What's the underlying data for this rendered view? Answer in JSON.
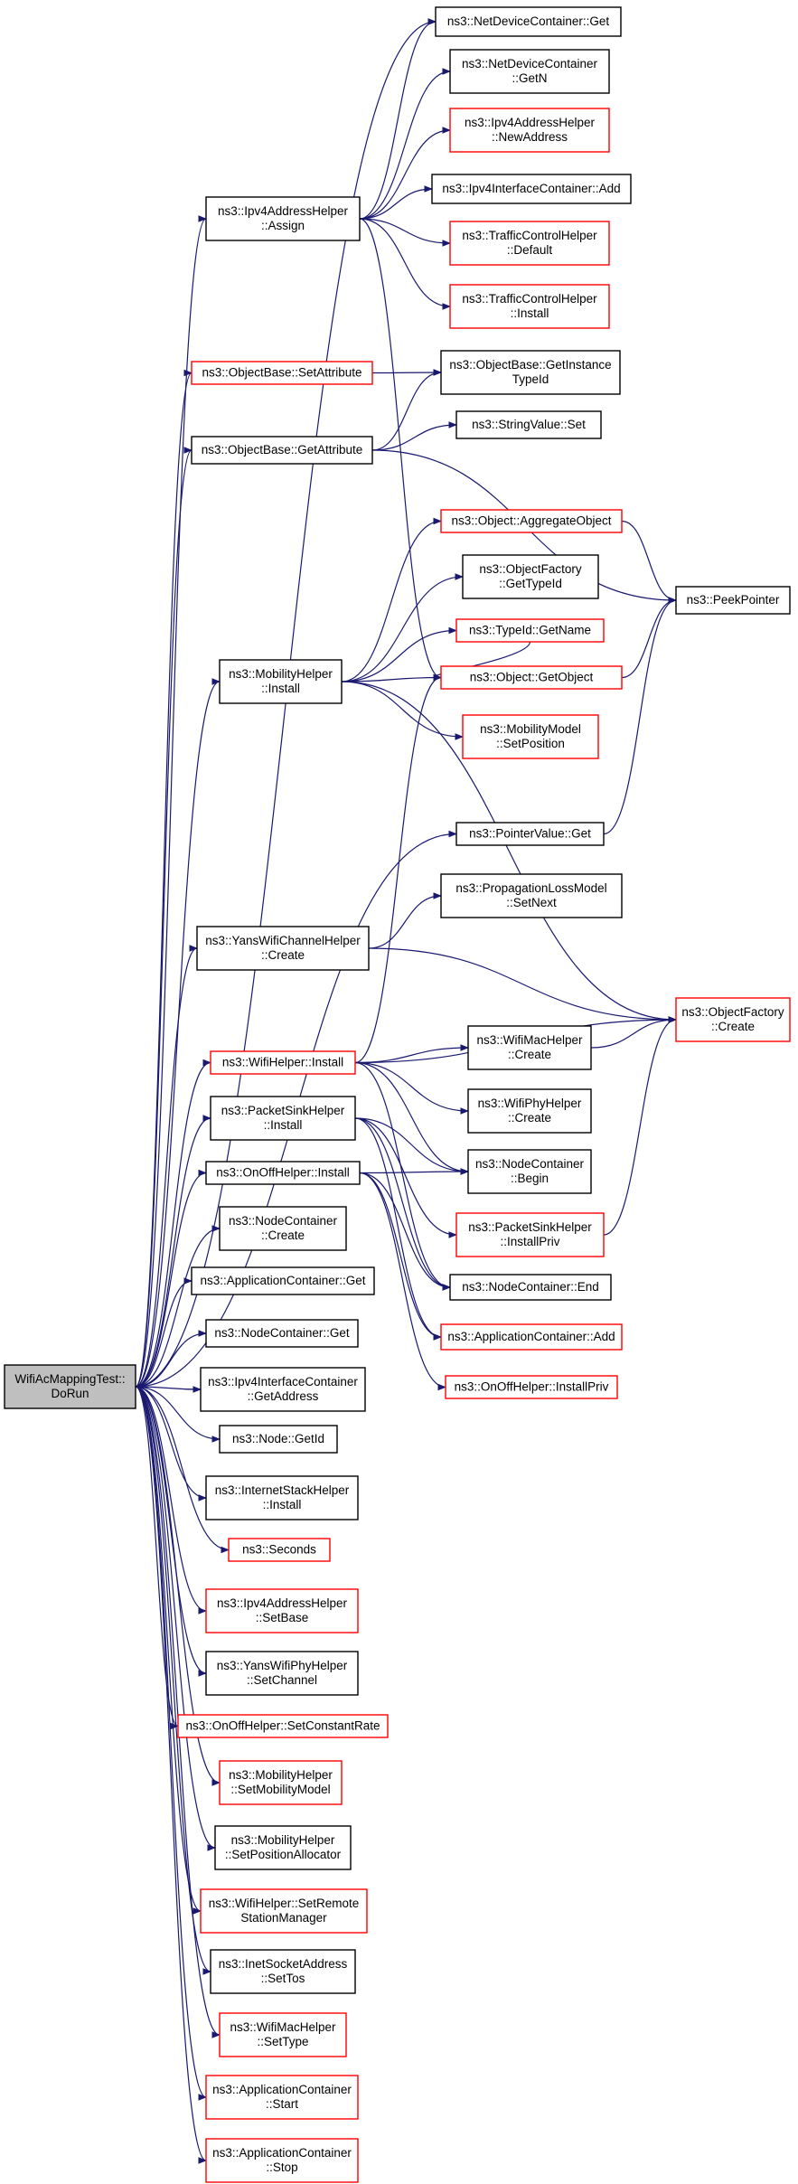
{
  "colors": {
    "edge": "#191970",
    "box_border_black": "#000000",
    "box_border_red": "#ff0000",
    "root_fill": "#bfbfbf"
  },
  "nodes": [
    {
      "id": "root",
      "lines": [
        "WifiAcMappingTest::",
        "DoRun"
      ],
      "style": "root"
    },
    {
      "id": "ndc_get",
      "lines": [
        "ns3::NetDeviceContainer::Get"
      ],
      "style": "black"
    },
    {
      "id": "ndc_getn",
      "lines": [
        "ns3::NetDeviceContainer",
        "::GetN"
      ],
      "style": "black"
    },
    {
      "id": "ipv4ah_newaddr",
      "lines": [
        "ns3::Ipv4AddressHelper",
        "::NewAddress"
      ],
      "style": "red"
    },
    {
      "id": "ipv4ah_assign",
      "lines": [
        "ns3::Ipv4AddressHelper",
        "::Assign"
      ],
      "style": "black"
    },
    {
      "id": "ipv4ic_add",
      "lines": [
        "ns3::Ipv4InterfaceContainer::Add"
      ],
      "style": "black"
    },
    {
      "id": "tch_default",
      "lines": [
        "ns3::TrafficControlHelper",
        "::Default"
      ],
      "style": "red"
    },
    {
      "id": "tch_install",
      "lines": [
        "ns3::TrafficControlHelper",
        "::Install"
      ],
      "style": "red"
    },
    {
      "id": "ob_setattr",
      "lines": [
        "ns3::ObjectBase::SetAttribute"
      ],
      "style": "red"
    },
    {
      "id": "ob_getinst",
      "lines": [
        "ns3::ObjectBase::GetInstance",
        "TypeId"
      ],
      "style": "black"
    },
    {
      "id": "ob_getattr",
      "lines": [
        "ns3::ObjectBase::GetAttribute"
      ],
      "style": "black"
    },
    {
      "id": "sv_set",
      "lines": [
        "ns3::StringValue::Set"
      ],
      "style": "black"
    },
    {
      "id": "obj_aggregate",
      "lines": [
        "ns3::Object::AggregateObject"
      ],
      "style": "red"
    },
    {
      "id": "peekpointer",
      "lines": [
        "ns3::PeekPointer"
      ],
      "style": "black"
    },
    {
      "id": "of_gettypeid",
      "lines": [
        "ns3::ObjectFactory",
        "::GetTypeId"
      ],
      "style": "black"
    },
    {
      "id": "typeid_getname",
      "lines": [
        "ns3::TypeId::GetName"
      ],
      "style": "red"
    },
    {
      "id": "mh_install",
      "lines": [
        "ns3::MobilityHelper",
        "::Install"
      ],
      "style": "black"
    },
    {
      "id": "obj_getobject",
      "lines": [
        "ns3::Object::GetObject"
      ],
      "style": "red"
    },
    {
      "id": "mm_setpos",
      "lines": [
        "ns3::MobilityModel",
        "::SetPosition"
      ],
      "style": "red"
    },
    {
      "id": "pv_get",
      "lines": [
        "ns3::PointerValue::Get"
      ],
      "style": "black"
    },
    {
      "id": "plm_setnext",
      "lines": [
        "ns3::PropagationLossModel",
        "::SetNext"
      ],
      "style": "black"
    },
    {
      "id": "ywch_create",
      "lines": [
        "ns3::YansWifiChannelHelper",
        "::Create"
      ],
      "style": "black"
    },
    {
      "id": "of_create",
      "lines": [
        "ns3::ObjectFactory",
        "::Create"
      ],
      "style": "red"
    },
    {
      "id": "wh_install",
      "lines": [
        "ns3::WifiHelper::Install"
      ],
      "style": "red"
    },
    {
      "id": "wmh_create",
      "lines": [
        "ns3::WifiMacHelper",
        "::Create"
      ],
      "style": "black"
    },
    {
      "id": "wph_create",
      "lines": [
        "ns3::WifiPhyHelper",
        "::Create"
      ],
      "style": "black"
    },
    {
      "id": "psh_install",
      "lines": [
        "ns3::PacketSinkHelper",
        "::Install"
      ],
      "style": "black"
    },
    {
      "id": "nc_begin",
      "lines": [
        "ns3::NodeContainer",
        "::Begin"
      ],
      "style": "black"
    },
    {
      "id": "ooh_install",
      "lines": [
        "ns3::OnOffHelper::Install"
      ],
      "style": "black"
    },
    {
      "id": "psh_installpriv",
      "lines": [
        "ns3::PacketSinkHelper",
        "::InstallPriv"
      ],
      "style": "red"
    },
    {
      "id": "nc_create",
      "lines": [
        "ns3::NodeContainer",
        "::Create"
      ],
      "style": "black"
    },
    {
      "id": "nc_end",
      "lines": [
        "ns3::NodeContainer::End"
      ],
      "style": "black"
    },
    {
      "id": "ac_get",
      "lines": [
        "ns3::ApplicationContainer::Get"
      ],
      "style": "black"
    },
    {
      "id": "ac_add",
      "lines": [
        "ns3::ApplicationContainer::Add"
      ],
      "style": "red"
    },
    {
      "id": "nc_get",
      "lines": [
        "ns3::NodeContainer::Get"
      ],
      "style": "black"
    },
    {
      "id": "ooh_installpriv",
      "lines": [
        "ns3::OnOffHelper::InstallPriv"
      ],
      "style": "red"
    },
    {
      "id": "ipv4ic_getaddr",
      "lines": [
        "ns3::Ipv4InterfaceContainer",
        "::GetAddress"
      ],
      "style": "black"
    },
    {
      "id": "node_getid",
      "lines": [
        "ns3::Node::GetId"
      ],
      "style": "black"
    },
    {
      "id": "ish_install",
      "lines": [
        "ns3::InternetStackHelper",
        "::Install"
      ],
      "style": "black"
    },
    {
      "id": "seconds",
      "lines": [
        "ns3::Seconds"
      ],
      "style": "red"
    },
    {
      "id": "ipv4ah_setbase",
      "lines": [
        "ns3::Ipv4AddressHelper",
        "::SetBase"
      ],
      "style": "red"
    },
    {
      "id": "ywph_setchannel",
      "lines": [
        "ns3::YansWifiPhyHelper",
        "::SetChannel"
      ],
      "style": "black"
    },
    {
      "id": "ooh_setconst",
      "lines": [
        "ns3::OnOffHelper::SetConstantRate"
      ],
      "style": "red"
    },
    {
      "id": "mh_setmobmodel",
      "lines": [
        "ns3::MobilityHelper",
        "::SetMobilityModel"
      ],
      "style": "red"
    },
    {
      "id": "mh_setposalloc",
      "lines": [
        "ns3::MobilityHelper",
        "::SetPositionAllocator"
      ],
      "style": "black"
    },
    {
      "id": "wh_setremote",
      "lines": [
        "ns3::WifiHelper::SetRemote",
        "StationManager"
      ],
      "style": "red"
    },
    {
      "id": "isa_settos",
      "lines": [
        "ns3::InetSocketAddress",
        "::SetTos"
      ],
      "style": "black"
    },
    {
      "id": "wmh_settype",
      "lines": [
        "ns3::WifiMacHelper",
        "::SetType"
      ],
      "style": "red"
    },
    {
      "id": "ac_start",
      "lines": [
        "ns3::ApplicationContainer",
        "::Start"
      ],
      "style": "red"
    },
    {
      "id": "ac_stop",
      "lines": [
        "ns3::ApplicationContainer",
        "::Stop"
      ],
      "style": "red"
    }
  ],
  "edges": [
    [
      "root",
      "ndc_get"
    ],
    [
      "root",
      "ipv4ah_assign"
    ],
    [
      "root",
      "ob_setattr"
    ],
    [
      "root",
      "ob_getattr"
    ],
    [
      "root",
      "mh_install"
    ],
    [
      "root",
      "pv_get"
    ],
    [
      "root",
      "ywch_create"
    ],
    [
      "root",
      "wh_install"
    ],
    [
      "root",
      "psh_install"
    ],
    [
      "root",
      "ooh_install"
    ],
    [
      "root",
      "nc_create"
    ],
    [
      "root",
      "ac_get"
    ],
    [
      "root",
      "nc_get"
    ],
    [
      "root",
      "ipv4ic_getaddr"
    ],
    [
      "root",
      "node_getid"
    ],
    [
      "root",
      "ish_install"
    ],
    [
      "root",
      "seconds"
    ],
    [
      "root",
      "ipv4ah_setbase"
    ],
    [
      "root",
      "ywph_setchannel"
    ],
    [
      "root",
      "ooh_setconst"
    ],
    [
      "root",
      "mh_setmobmodel"
    ],
    [
      "root",
      "mh_setposalloc"
    ],
    [
      "root",
      "wh_setremote"
    ],
    [
      "root",
      "isa_settos"
    ],
    [
      "root",
      "wmh_settype"
    ],
    [
      "root",
      "ac_start"
    ],
    [
      "root",
      "ac_stop"
    ],
    [
      "ipv4ah_assign",
      "ndc_get"
    ],
    [
      "ipv4ah_assign",
      "ndc_getn"
    ],
    [
      "ipv4ah_assign",
      "ipv4ah_newaddr"
    ],
    [
      "ipv4ah_assign",
      "ipv4ic_add"
    ],
    [
      "ipv4ah_assign",
      "tch_default"
    ],
    [
      "ipv4ah_assign",
      "tch_install"
    ],
    [
      "ipv4ah_assign",
      "obj_getobject"
    ],
    [
      "ob_setattr",
      "ob_getinst"
    ],
    [
      "ob_getattr",
      "ob_getinst"
    ],
    [
      "ob_getattr",
      "sv_set"
    ],
    [
      "ob_getattr",
      "peekpointer"
    ],
    [
      "obj_aggregate",
      "peekpointer"
    ],
    [
      "obj_getobject",
      "peekpointer"
    ],
    [
      "pv_get",
      "peekpointer"
    ],
    [
      "typeid_getname",
      "obj_getobject"
    ],
    [
      "mh_install",
      "obj_aggregate"
    ],
    [
      "mh_install",
      "of_gettypeid"
    ],
    [
      "mh_install",
      "typeid_getname"
    ],
    [
      "mh_install",
      "obj_getobject"
    ],
    [
      "mh_install",
      "mm_setpos"
    ],
    [
      "mh_install",
      "of_create"
    ],
    [
      "ywch_create",
      "plm_setnext"
    ],
    [
      "ywch_create",
      "of_create"
    ],
    [
      "wh_install",
      "obj_getobject"
    ],
    [
      "wh_install",
      "of_create"
    ],
    [
      "wh_install",
      "wmh_create"
    ],
    [
      "wh_install",
      "wph_create"
    ],
    [
      "wh_install",
      "nc_begin"
    ],
    [
      "wh_install",
      "nc_end"
    ],
    [
      "wmh_create",
      "of_create"
    ],
    [
      "psh_installpriv",
      "of_create"
    ],
    [
      "psh_install",
      "nc_begin"
    ],
    [
      "psh_install",
      "psh_installpriv"
    ],
    [
      "psh_install",
      "nc_end"
    ],
    [
      "psh_install",
      "ac_add"
    ],
    [
      "ooh_install",
      "nc_begin"
    ],
    [
      "ooh_install",
      "nc_end"
    ],
    [
      "ooh_install",
      "ac_add"
    ],
    [
      "ooh_install",
      "ooh_installpriv"
    ]
  ]
}
